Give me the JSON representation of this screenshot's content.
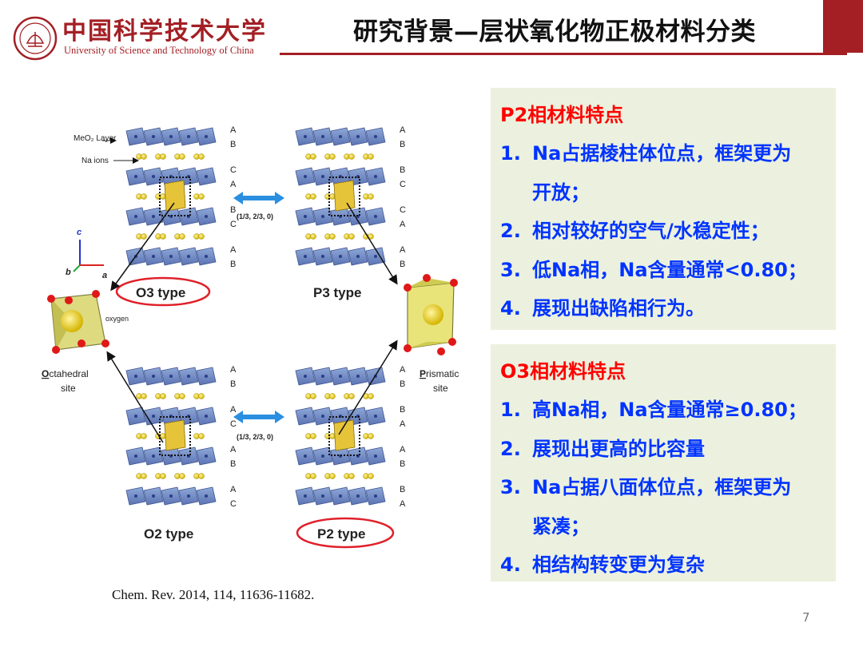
{
  "header": {
    "university_cn": "中国科学技术大学",
    "university_en": "University of Science and Technology of China",
    "title": "研究背景—层状氧化物正极材料分类"
  },
  "figure": {
    "layer_label": "MeO₂ Layer",
    "na_ions_label": "Na ions",
    "translation_label": "(1/3, 2/3, 0)",
    "axis_labels": [
      "c",
      "b",
      "a"
    ],
    "oxygen_label": "oxygen",
    "octahedral_label_first": "O",
    "octahedral_label_rest": "ctahedral",
    "octahedral_label_2": "site",
    "prismatic_label_first": "P",
    "prismatic_label_rest": "rismatic",
    "prismatic_label_2": "site",
    "structures": [
      {
        "name": "O3 type",
        "stacking": [
          "A",
          "B",
          "C",
          "A",
          "B",
          "C",
          "A",
          "B"
        ],
        "highlighted": true
      },
      {
        "name": "P3 type",
        "stacking": [
          "A",
          "B",
          "B",
          "C",
          "C",
          "A",
          "A",
          "B"
        ],
        "highlighted": false
      },
      {
        "name": "O2 type",
        "stacking": [
          "A",
          "B",
          "A",
          "C",
          "A",
          "B",
          "A",
          "C"
        ],
        "highlighted": false
      },
      {
        "name": "P2 type",
        "stacking": [
          "A",
          "B",
          "B",
          "A",
          "A",
          "B",
          "B",
          "A"
        ],
        "highlighted": true
      }
    ]
  },
  "panel_p2": {
    "title": "P2相材料特点",
    "items": [
      {
        "num": "1.",
        "text": "Na占据棱柱体位点，框架更为",
        "text2": "开放；"
      },
      {
        "num": "2.",
        "text": "相对较好的空气/水稳定性；",
        "text2": ""
      },
      {
        "num": "3.",
        "text": "低Na相，Na含量通常<0.80；",
        "text2": ""
      },
      {
        "num": "4.",
        "text": "展现出缺陷相行为。",
        "text2": ""
      }
    ]
  },
  "panel_o3": {
    "title": "O3相材料特点",
    "items": [
      {
        "num": "1.",
        "text": "高Na相，Na含量通常≥0.80；",
        "text2": ""
      },
      {
        "num": "2.",
        "text": "展现出更高的比容量",
        "text2": ""
      },
      {
        "num": "3.",
        "text": "Na占据八面体位点，框架更为",
        "text2": "紧凑；"
      },
      {
        "num": "4.",
        "text": "相结构转变更为复杂",
        "text2": ""
      }
    ]
  },
  "citation": "Chem. Rev. 2014, 114, 11636-11682.",
  "page_number": "7",
  "colors": {
    "brand_red": "#a31f24",
    "accent_red": "#ff0000",
    "text_blue": "#0033ff",
    "panel_bg": "#ebf1de"
  }
}
